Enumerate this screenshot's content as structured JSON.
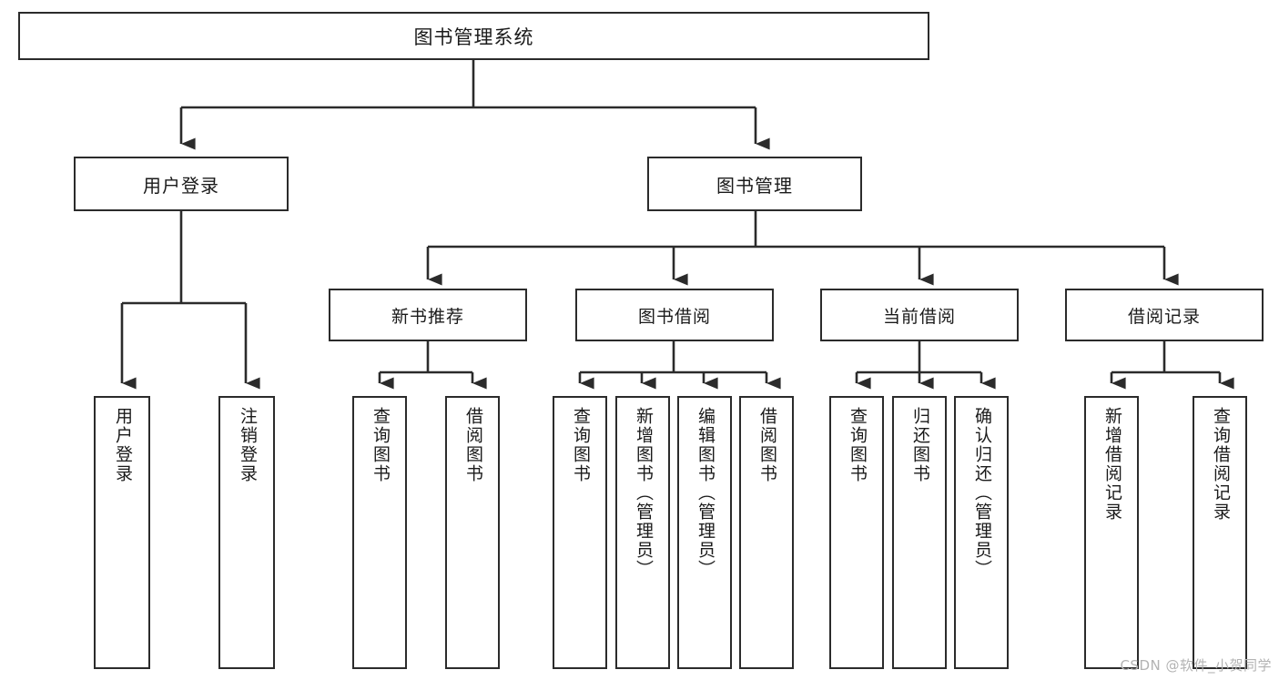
{
  "diagram": {
    "type": "tree",
    "title": "图书管理系统",
    "watermark": "CSDN @软件_小贺同学",
    "colors": {
      "background": "#ffffff",
      "box_border": "#2b2b2b",
      "box_fill": "#ffffff",
      "connector": "#2b2b2b",
      "watermark": "#b3b3b3"
    },
    "nodes": {
      "root": {
        "label": "图书管理系统"
      },
      "level1": [
        {
          "label": "用户登录"
        },
        {
          "label": "图书管理"
        }
      ],
      "level2": [
        {
          "label": "新书推荐"
        },
        {
          "label": "图书借阅"
        },
        {
          "label": "当前借阅"
        },
        {
          "label": "借阅记录"
        }
      ],
      "leaves": {
        "user_login": [
          {
            "label": "用户登录"
          },
          {
            "label": "注销登录"
          }
        ],
        "new_book_recommend": [
          {
            "label": "查询图书"
          },
          {
            "label": "借阅图书"
          }
        ],
        "book_borrow": [
          {
            "label": "查询图书"
          },
          {
            "label": "新增图书（管理员）"
          },
          {
            "label": "编辑图书（管理员）"
          },
          {
            "label": "借阅图书"
          }
        ],
        "current_borrow": [
          {
            "label": "查询图书"
          },
          {
            "label": "归还图书"
          },
          {
            "label": "确认归还（管理员）"
          }
        ],
        "borrow_records": [
          {
            "label": "新增借阅记录"
          },
          {
            "label": "查询借阅记录"
          }
        ]
      }
    }
  }
}
